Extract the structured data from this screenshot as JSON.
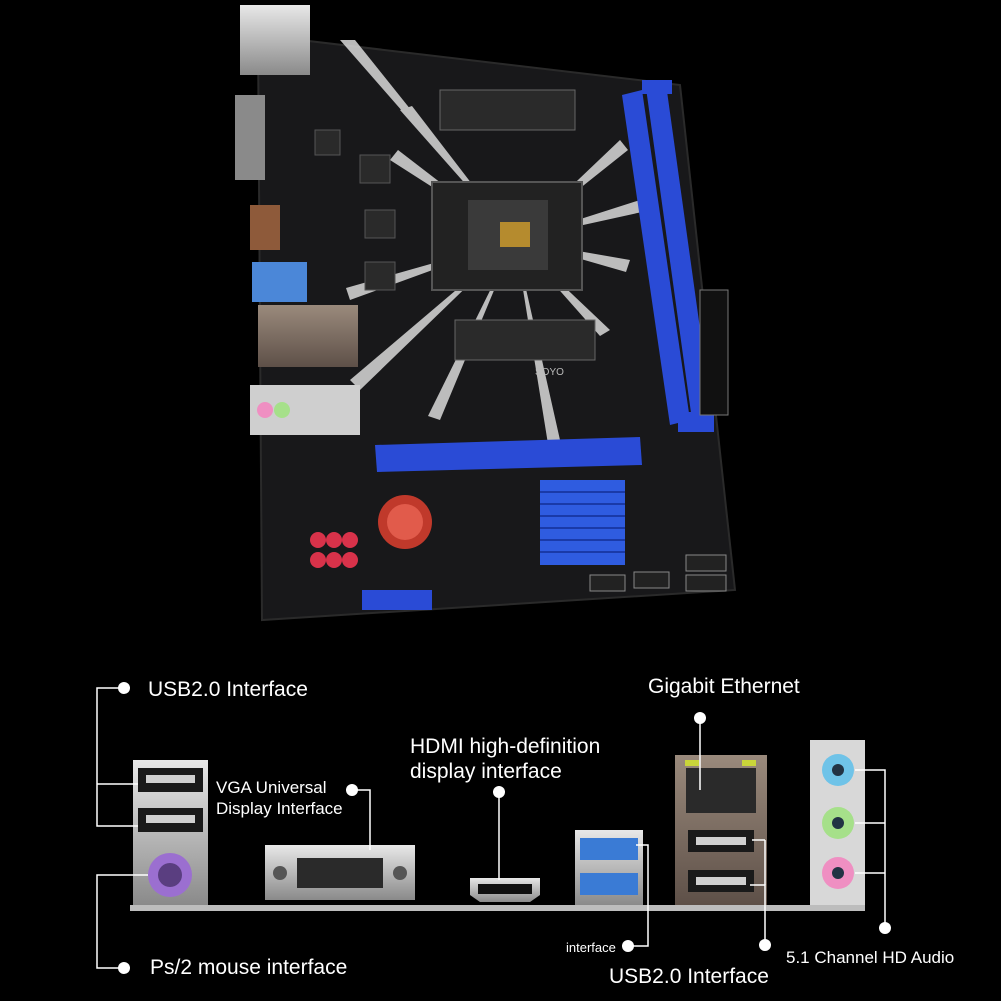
{
  "labels": {
    "usb20_top": "USB2.0 Interface",
    "vga": "VGA Universal Display Interface",
    "vga_line1": "VGA Universal",
    "vga_line2": "Display Interface",
    "hdmi_line1": "HDMI high-definition",
    "hdmi_line2": "display interface",
    "gigabit": "Gigabit Ethernet",
    "ps2": "Ps/2 mouse interface",
    "usb_small": "interface",
    "usb20_bottom": "USB2.0 Interface",
    "audio": "5.1 Channel HD Audio"
  },
  "board": {
    "brand_text": "SOYO"
  },
  "colors": {
    "background": "#000000",
    "pcb": "#1a1a1c",
    "slot_blue": "#2a4bd6",
    "heatsink_blue": "#2f5ce0",
    "audio_blue": "#6fc3e8",
    "audio_green": "#a6e08a",
    "audio_pink": "#ef8fc2",
    "ps2_purple": "#9b6fd0"
  }
}
